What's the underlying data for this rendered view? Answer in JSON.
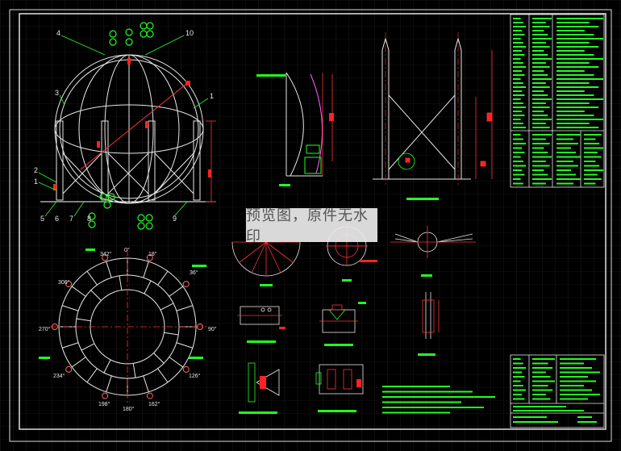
{
  "watermark": "预览图，原件无水印",
  "angles": {
    "top": "0°",
    "a18": "18°",
    "a342": "342°",
    "right": "90°",
    "left": "270°",
    "bottom": "180°",
    "a162": "162°",
    "a198": "198°",
    "a36": "36°",
    "a306": "306°",
    "a126": "126°",
    "a234": "234°"
  },
  "callouts": {
    "n1": "1",
    "n2": "2",
    "n3": "3",
    "n4": "4",
    "n5": "5",
    "n6": "6",
    "n7": "7",
    "n8": "8",
    "n9": "9",
    "n10": "10"
  }
}
